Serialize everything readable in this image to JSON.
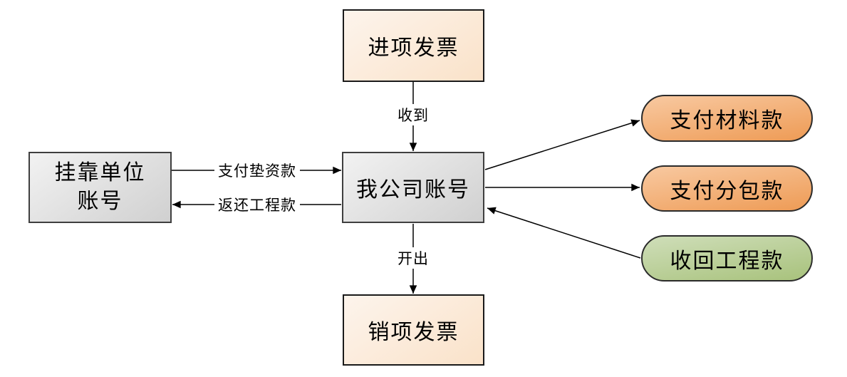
{
  "diagram": {
    "title": "company-account-flow",
    "nodes": {
      "input_invoice": {
        "label": "进项发票",
        "fill_top": "#fdf4ec",
        "fill_bottom": "#fae2c9",
        "shape": "rect"
      },
      "left_account": {
        "label": "挂靠单位\n账号",
        "fill_top": "#f2f2f2",
        "fill_bottom": "#d0d0d0",
        "shape": "rect"
      },
      "company_account": {
        "label": "我公司账号",
        "fill_top": "#f2f2f2",
        "fill_bottom": "#d0d0d0",
        "shape": "rect"
      },
      "output_invoice": {
        "label": "销项发票",
        "fill_top": "#fdf4ec",
        "fill_bottom": "#fae2c9",
        "shape": "rect"
      },
      "pay_materials": {
        "label": "支付材料款",
        "fill_top": "#f8c9a1",
        "fill_bottom": "#ee9b55",
        "shape": "stadium"
      },
      "pay_subcontract": {
        "label": "支付分包款",
        "fill_top": "#f8c9a1",
        "fill_bottom": "#ee9b55",
        "shape": "stadium"
      },
      "recover_project": {
        "label": "收回工程款",
        "fill_top": "#cfdeb9",
        "fill_bottom": "#a8c27c",
        "shape": "stadium"
      }
    },
    "edges": {
      "receive": {
        "label": "收到",
        "from": "input_invoice",
        "to": "company_account"
      },
      "issue": {
        "label": "开出",
        "from": "company_account",
        "to": "output_invoice"
      },
      "pay_advance": {
        "label": "支付垫资款",
        "from": "left_account",
        "to": "company_account"
      },
      "return_project": {
        "label": "返还工程款",
        "from": "company_account",
        "to": "left_account"
      },
      "to_materials": {
        "label": "",
        "from": "company_account",
        "to": "pay_materials"
      },
      "to_subcontract": {
        "label": "",
        "from": "company_account",
        "to": "pay_subcontract"
      },
      "from_recover": {
        "label": "",
        "from": "recover_project",
        "to": "company_account"
      }
    },
    "colors": {
      "background": "#ffffff",
      "line": "#000000",
      "text": "#000000",
      "rect_border": "#1a1a1a",
      "gray_border": "#3f3f3f",
      "pill_border": "#2b2b2b"
    }
  }
}
